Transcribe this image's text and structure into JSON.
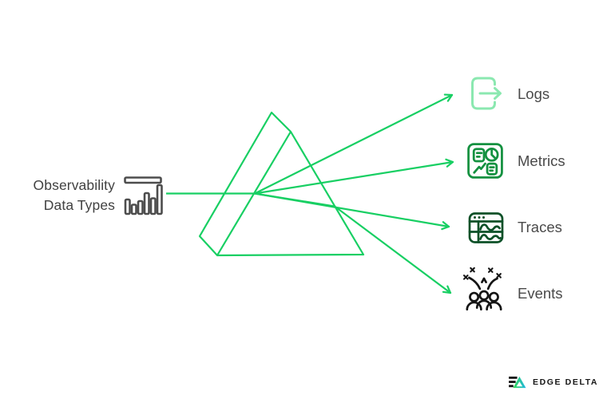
{
  "source": {
    "line1": "Observability",
    "line2": "Data Types",
    "icon": "bar-chart-icon"
  },
  "outputs": [
    {
      "label": "Logs",
      "icon": "logs-export-icon",
      "color": "#8BE8B0"
    },
    {
      "label": "Metrics",
      "icon": "metrics-dashboard-icon",
      "color": "#149140"
    },
    {
      "label": "Traces",
      "icon": "traces-window-icon",
      "color": "#0D5128"
    },
    {
      "label": "Events",
      "icon": "events-crowd-icon",
      "color": "#151515"
    }
  ],
  "colors": {
    "ray_green": "#18CF63",
    "source_icon_gray": "#4D4D4D",
    "label_gray": "#4A4A4A",
    "logo_gradient_start": "#35D94E",
    "logo_gradient_end": "#1FB5E8"
  },
  "logo": {
    "text": "EDGE DELTA"
  }
}
